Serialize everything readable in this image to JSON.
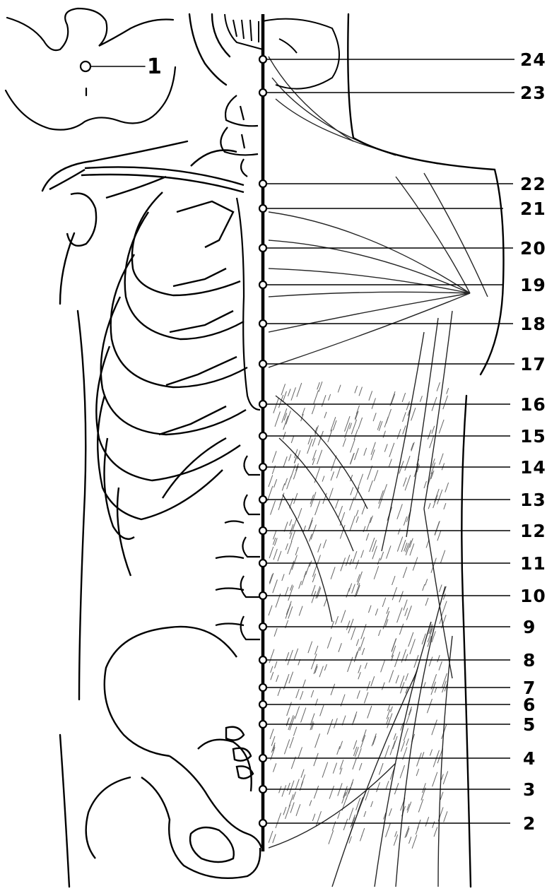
{
  "points": [
    {
      "label": "1"
    },
    {
      "label": "2"
    },
    {
      "label": "3"
    },
    {
      "label": "4"
    },
    {
      "label": "5"
    },
    {
      "label": "6"
    },
    {
      "label": "7"
    },
    {
      "label": "8"
    },
    {
      "label": "9"
    },
    {
      "label": "10"
    },
    {
      "label": "11"
    },
    {
      "label": "12"
    },
    {
      "label": "13"
    },
    {
      "label": "14"
    },
    {
      "label": "15"
    },
    {
      "label": "16"
    },
    {
      "label": "17"
    },
    {
      "label": "18"
    },
    {
      "label": "19"
    },
    {
      "label": "20"
    },
    {
      "label": "21"
    },
    {
      "label": "22"
    },
    {
      "label": "23"
    },
    {
      "label": "24"
    }
  ],
  "colors": {
    "ink": "#000000",
    "paper": "#ffffff"
  }
}
